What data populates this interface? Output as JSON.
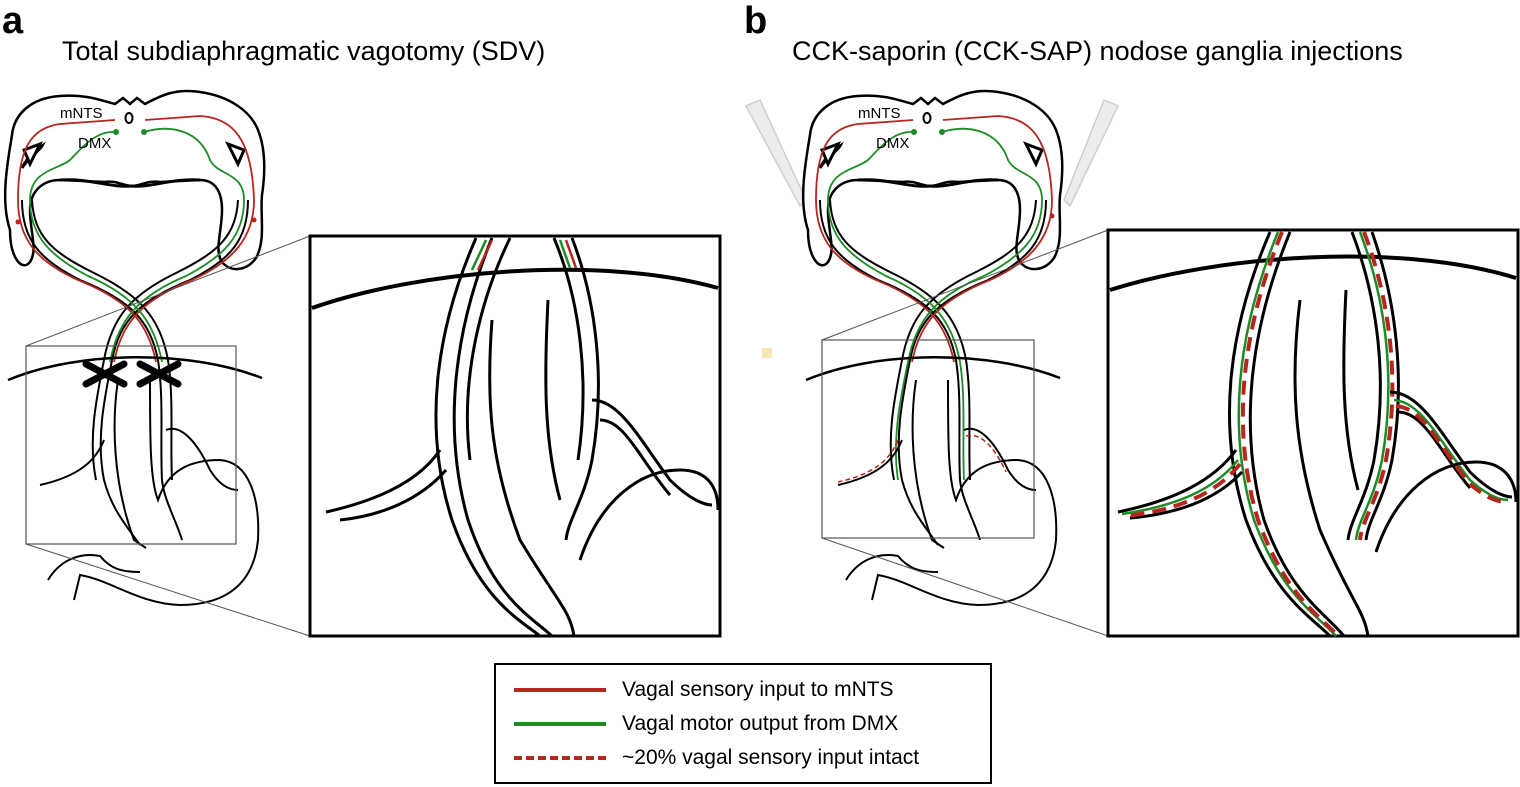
{
  "panel_a": {
    "letter": "a",
    "title": "Total subdiaphragmatic vagotomy (SDV)",
    "labels": {
      "mnts": "mNTS",
      "dmx": "DMX"
    }
  },
  "panel_b": {
    "letter": "b",
    "title": "CCK-saporin (CCK-SAP) nodose ganglia injections",
    "labels": {
      "mnts": "mNTS",
      "dmx": "DMX"
    }
  },
  "legend": {
    "items": [
      {
        "label": "Vagal sensory input to mNTS",
        "style": "solid",
        "color": "#b5261e"
      },
      {
        "label": "Vagal motor output from DMX",
        "style": "solid",
        "color": "#1e8c26"
      },
      {
        "label": "~20% vagal sensory input intact",
        "style": "dashed",
        "color": "#b5261e"
      }
    ]
  },
  "colors": {
    "sensory": "#b5261e",
    "motor": "#1e8c26",
    "outline": "#000000",
    "pipette": "#e8e8e8"
  },
  "icons": {
    "cut_marker": "x-cut-icon",
    "injection": "pipette-icon"
  }
}
